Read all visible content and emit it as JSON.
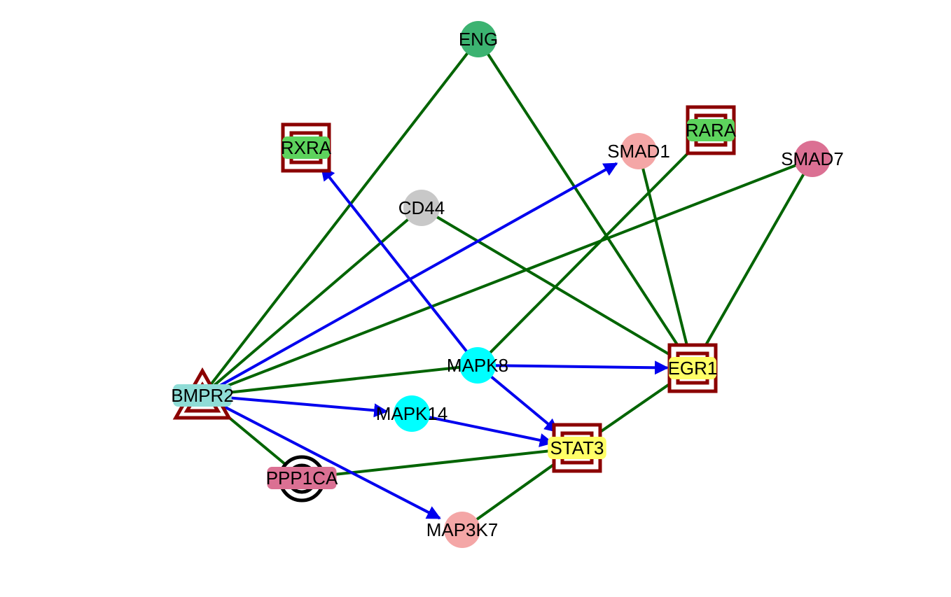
{
  "graph": {
    "nodes": [
      {
        "id": "ENG",
        "label": "ENG",
        "shape": "circle",
        "fill": "#3cb371"
      },
      {
        "id": "RXRA",
        "label": "RXRA",
        "shape": "label",
        "fill": "#5dd35d",
        "border": "double-square",
        "border_color": "#8b0000"
      },
      {
        "id": "SMAD1",
        "label": "SMAD1",
        "shape": "circle",
        "fill": "#f4a6a6"
      },
      {
        "id": "RARA",
        "label": "RARA",
        "shape": "label",
        "fill": "#5dd35d",
        "border": "double-square",
        "border_color": "#8b0000"
      },
      {
        "id": "SMAD7",
        "label": "SMAD7",
        "shape": "circle",
        "fill": "#db7093"
      },
      {
        "id": "CD44",
        "label": "CD44",
        "shape": "circle",
        "fill": "#c8c8c8"
      },
      {
        "id": "MAPK8",
        "label": "MAPK8",
        "shape": "circle",
        "fill": "#00ffff"
      },
      {
        "id": "EGR1",
        "label": "EGR1",
        "shape": "label",
        "fill": "#ffff66",
        "border": "double-square",
        "border_color": "#8b0000"
      },
      {
        "id": "BMPR2",
        "label": "BMPR2",
        "shape": "label",
        "fill": "#8fdcd6",
        "border": "double-triangle",
        "border_color": "#8b0000"
      },
      {
        "id": "MAPK14",
        "label": "MAPK14",
        "shape": "circle",
        "fill": "#00ffff"
      },
      {
        "id": "STAT3",
        "label": "STAT3",
        "shape": "label",
        "fill": "#ffff66",
        "border": "double-square",
        "border_color": "#8b0000"
      },
      {
        "id": "PPP1CA",
        "label": "PPP1CA",
        "shape": "label",
        "fill": "#db7093",
        "border": "double-circle",
        "border_color": "#000000"
      },
      {
        "id": "MAP3K7",
        "label": "MAP3K7",
        "shape": "circle",
        "fill": "#f4a6a6"
      }
    ],
    "edges": [
      {
        "source": "BMPR2",
        "target": "ENG",
        "type": "undirected"
      },
      {
        "source": "BMPR2",
        "target": "CD44",
        "type": "undirected"
      },
      {
        "source": "BMPR2",
        "target": "SMAD7",
        "type": "undirected"
      },
      {
        "source": "BMPR2",
        "target": "MAPK8",
        "type": "undirected"
      },
      {
        "source": "BMPR2",
        "target": "PPP1CA",
        "type": "undirected"
      },
      {
        "source": "ENG",
        "target": "EGR1",
        "type": "undirected"
      },
      {
        "source": "SMAD1",
        "target": "EGR1",
        "type": "undirected"
      },
      {
        "source": "SMAD7",
        "target": "EGR1",
        "type": "undirected"
      },
      {
        "source": "CD44",
        "target": "EGR1",
        "type": "undirected"
      },
      {
        "source": "RARA",
        "target": "MAPK8",
        "type": "undirected"
      },
      {
        "source": "EGR1",
        "target": "STAT3",
        "type": "undirected"
      },
      {
        "source": "PPP1CA",
        "target": "STAT3",
        "type": "undirected"
      },
      {
        "source": "STAT3",
        "target": "MAP3K7",
        "type": "undirected"
      },
      {
        "source": "BMPR2",
        "target": "SMAD1",
        "type": "directed"
      },
      {
        "source": "MAPK8",
        "target": "RXRA",
        "type": "directed"
      },
      {
        "source": "MAPK8",
        "target": "EGR1",
        "type": "directed"
      },
      {
        "source": "MAPK8",
        "target": "STAT3",
        "type": "directed"
      },
      {
        "source": "BMPR2",
        "target": "MAPK14",
        "type": "directed"
      },
      {
        "source": "MAPK14",
        "target": "STAT3",
        "type": "directed"
      },
      {
        "source": "BMPR2",
        "target": "MAP3K7",
        "type": "directed"
      }
    ],
    "colors": {
      "undirected_edge": "#006400",
      "directed_edge": "#0000ee"
    }
  }
}
